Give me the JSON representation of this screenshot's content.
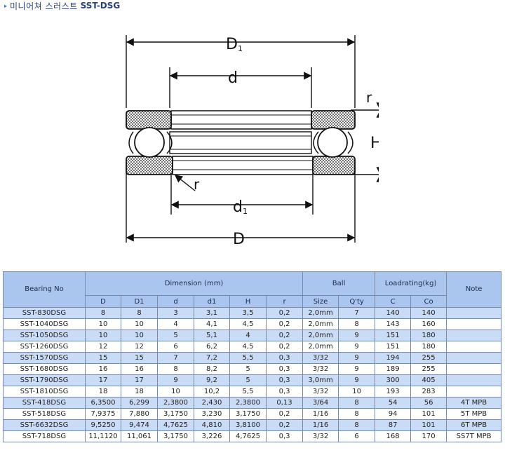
{
  "header": {
    "bullet": "▸",
    "title_kr": "미니어쳐 스러스트",
    "title_code": "SST-DSG"
  },
  "diagram": {
    "labels": {
      "D1_main": "D",
      "D1_sub": "1",
      "d": "d",
      "r_top": "r",
      "H": "H",
      "r_bottom": "r",
      "d1_main": "d",
      "d1_sub": "1",
      "D": "D"
    }
  },
  "table": {
    "group_headers": {
      "bearing_no": "Bearing No",
      "dimension": "Dimension (mm)",
      "ball": "Ball",
      "loadrating": "Loadrating(kg)",
      "note": "Note"
    },
    "sub_headers": [
      "D",
      "D1",
      "d",
      "d1",
      "H",
      "r",
      "Size",
      "Q'ty",
      "C",
      "Co"
    ],
    "rows": [
      [
        "SST-830DSG",
        "8",
        "8",
        "3",
        "3,1",
        "3,5",
        "0,2",
        "2,0mm",
        "7",
        "140",
        "140",
        ""
      ],
      [
        "SST-1040DSG",
        "10",
        "10",
        "4",
        "4,1",
        "4,5",
        "0,2",
        "2,0mm",
        "8",
        "143",
        "160",
        ""
      ],
      [
        "SST-1050DSG",
        "10",
        "10",
        "5",
        "5,1",
        "4",
        "0,2",
        "2,0mm",
        "9",
        "151",
        "180",
        ""
      ],
      [
        "SST-1260DSG",
        "12",
        "12",
        "6",
        "6,2",
        "4,5",
        "0,2",
        "2,0mm",
        "9",
        "151",
        "180",
        ""
      ],
      [
        "SST-1570DSG",
        "15",
        "15",
        "7",
        "7,2",
        "5,5",
        "0,3",
        "3/32",
        "9",
        "194",
        "255",
        ""
      ],
      [
        "SST-1680DSG",
        "16",
        "16",
        "8",
        "8,2",
        "5",
        "0,3",
        "3/32",
        "9",
        "189",
        "255",
        ""
      ],
      [
        "SST-1790DSG",
        "17",
        "17",
        "9",
        "9,2",
        "5",
        "0,3",
        "3,0mm",
        "9",
        "300",
        "405",
        ""
      ],
      [
        "SST-1810DSG",
        "18",
        "18",
        "10",
        "10,2",
        "5,5",
        "0,3",
        "3/32",
        "10",
        "193",
        "283",
        ""
      ],
      [
        "SST-418DSG",
        "6,3500",
        "6,299",
        "2,3800",
        "2,430",
        "2,3800",
        "0,13",
        "3/64",
        "8",
        "54",
        "56",
        "4T MPB"
      ],
      [
        "SST-518DSG",
        "7,9375",
        "7,880",
        "3,1750",
        "3,230",
        "3,1750",
        "0,2",
        "1/16",
        "8",
        "94",
        "101",
        "5T MPB"
      ],
      [
        "SST-6632DSG",
        "9,5250",
        "9,474",
        "4,7625",
        "4,810",
        "3,8100",
        "0,2",
        "1/16",
        "8",
        "87",
        "101",
        "6T MPB"
      ],
      [
        "SST-718DSG",
        "11,1120",
        "11,061",
        "3,1750",
        "3,226",
        "4,7625",
        "0,3",
        "3/32",
        "6",
        "168",
        "170",
        "SS7T MPB"
      ]
    ]
  }
}
